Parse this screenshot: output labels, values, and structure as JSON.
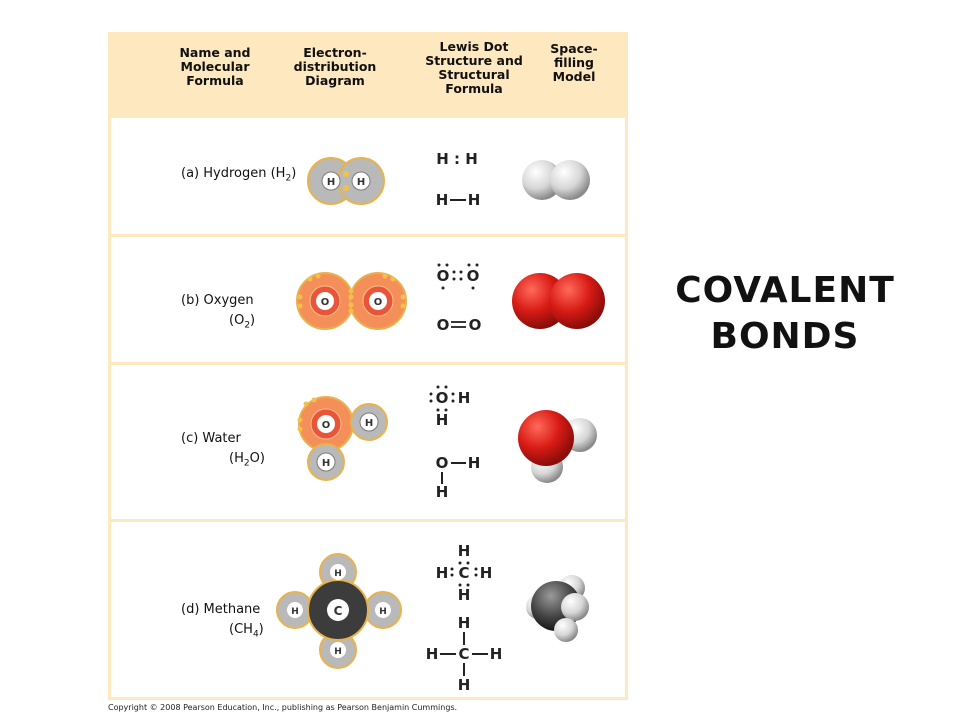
{
  "headers": {
    "name": "Name and\nMolecular\nFormula",
    "electron": "Electron-\ndistribution\nDiagram",
    "lewis": "Lewis Dot\nStructure and\nStructural\nFormula",
    "space": "Space-\nfilling\nModel"
  },
  "rows": {
    "hydrogen": {
      "label": "(a) Hydrogen (H",
      "sub": "2",
      "close": ")"
    },
    "oxygen": {
      "label1": "(b) Oxygen",
      "label2": "(O",
      "sub": "2",
      "close": ")"
    },
    "water": {
      "label1": "(c) Water",
      "label2": "(H",
      "sub": "2",
      "close": "O)"
    },
    "methane": {
      "label1": "(d) Methane",
      "label2": "(CH",
      "sub": "4",
      "close": ")"
    }
  },
  "atoms": {
    "H": "H",
    "O": "O",
    "C": "C"
  },
  "lewis": {
    "h2_dot": "H : H",
    "o2_dot": "O :: O",
    "bond_single": "—",
    "bond_double": "="
  },
  "title": {
    "line1": "COVALENT",
    "line2": "BONDS"
  },
  "copyright": "Copyright © 2008 Pearson Education, Inc., publishing as Pearson Benjamin Cummings.",
  "colors": {
    "panel": "#fde8bf",
    "hydrogen_shell": "#b0b0b0",
    "oxygen": "#e8553a",
    "oxygen_core": "#f3a77c",
    "carbon": "#3c3c3c",
    "electron": "#f2c14a"
  }
}
